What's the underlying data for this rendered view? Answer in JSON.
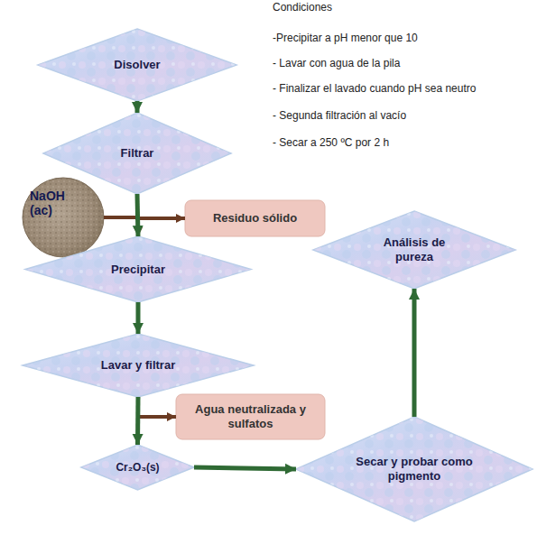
{
  "diagram": {
    "nodes": [
      {
        "text": [
          "Disolver"
        ]
      },
      {
        "text": [
          "Filtrar"
        ]
      },
      {
        "text": [
          "NaOH (ac)"
        ]
      },
      {
        "text": [
          "Residuo sólido"
        ]
      },
      {
        "text": [
          "Precipitar"
        ]
      },
      {
        "text": [
          "Lavar y filtrar"
        ]
      },
      {
        "text": [
          "Agua neutralizada y sulfatos"
        ]
      },
      {
        "text": [
          "Cr₂O₃(s)"
        ]
      },
      {
        "text": [
          "Secar y probar como pigmento"
        ]
      },
      {
        "text": [
          "Análisis de pureza"
        ]
      }
    ],
    "edges": [
      {
        "from": 0,
        "to": 1,
        "arrow": "to"
      },
      {
        "from": 1,
        "to": 4,
        "arrow": "to"
      },
      {
        "from": 2,
        "to": 4,
        "arrow": "to"
      },
      {
        "from": 1,
        "to": 3,
        "arrow": "to"
      },
      {
        "from": 4,
        "to": 5,
        "arrow": "to"
      },
      {
        "from": 5,
        "to": 6,
        "arrow": "to"
      },
      {
        "from": 5,
        "to": 7,
        "arrow": "to"
      },
      {
        "from": 7,
        "to": 8,
        "arrow": "to"
      },
      {
        "from": 8,
        "to": 9,
        "arrow": "to"
      }
    ],
    "labels": [
      "Condiciones",
      "-Precipitar a pH menor que 10",
      "- Lavar con agua de la pila",
      "- Finalizar el lavado cuando pH sea neutro",
      "- Segunda filtración al vacío",
      "- Secar a 250 ºC por 2 h"
    ]
  }
}
